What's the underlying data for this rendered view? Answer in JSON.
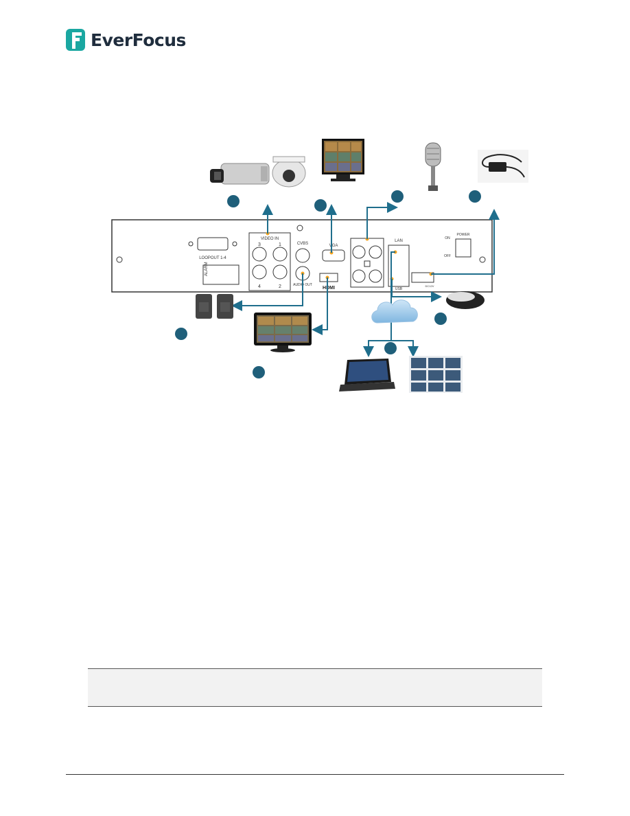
{
  "header": {
    "logo_text": "EverFocus",
    "logo_color": "#1aa7a1"
  },
  "panel_labels": {
    "loopout": "LOOPOUT 1-4",
    "alarm": "ALARM",
    "video_in": "VIDEO IN",
    "cvbs": "CVBS",
    "vga": "VGA",
    "audio_out": "AUDIO OUT",
    "hdmi": "HDMI",
    "lan": "LAN",
    "usb": "USB",
    "power": "POWER",
    "on": "ON",
    "off": "OFF",
    "dc12v": "DC12V",
    "video_ch": [
      "3",
      "1",
      "4",
      "2"
    ]
  },
  "colors": {
    "arrow": "#1f6e8c",
    "badge": "#1f5f7a",
    "panel_line": "#333333",
    "dot": "#f5a623"
  },
  "icons": [
    "box-camera-icon",
    "dome-camera-icon",
    "monitor-icon",
    "microphone-icon",
    "power-adapter-icon",
    "speaker-icon",
    "hdmi-monitor-icon",
    "cloud-icon",
    "mouse-icon",
    "laptop-icon",
    "video-wall-icon"
  ]
}
